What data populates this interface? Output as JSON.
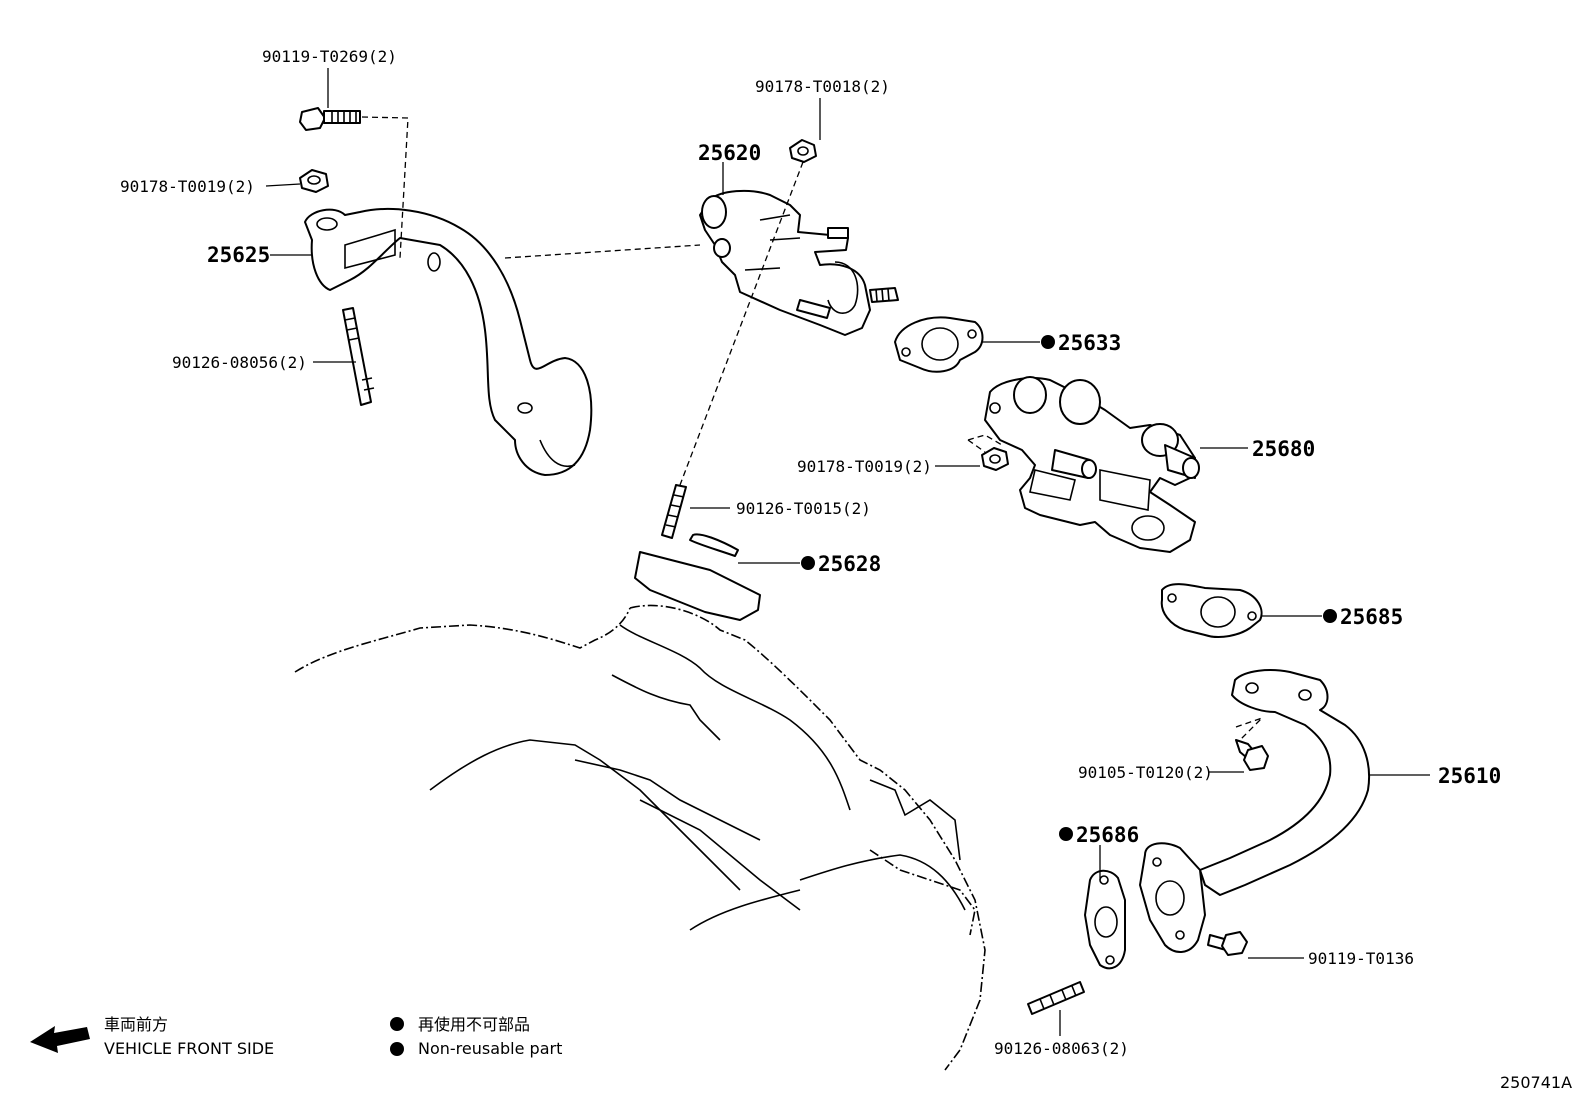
{
  "parts": {
    "p90119_T0269": "90119-T0269(2)",
    "p90178_T0018": "90178-T0018(2)",
    "p25620": "25620",
    "p90178_T0019_a": "90178-T0019(2)",
    "p25625": "25625",
    "p90126_08056": "90126-08056(2)",
    "p25633": "25633",
    "p25680": "25680",
    "p90178_T0019_b": "90178-T0019(2)",
    "p90126_T0015": "90126-T0015(2)",
    "p25628": "25628",
    "p25685": "25685",
    "p90105_T0120": "90105-T0120(2)",
    "p25610": "25610",
    "p25686": "25686",
    "p90119_T0136": "90119-T0136",
    "p90126_08063": "90126-08063(2)"
  },
  "legend": {
    "front_jp": "車両前方",
    "front_en": "VEHICLE FRONT SIDE",
    "nonreuse_jp": "再使用不可部品",
    "nonreuse_en": "Non-reusable part"
  },
  "diagram_ref": "250741A"
}
